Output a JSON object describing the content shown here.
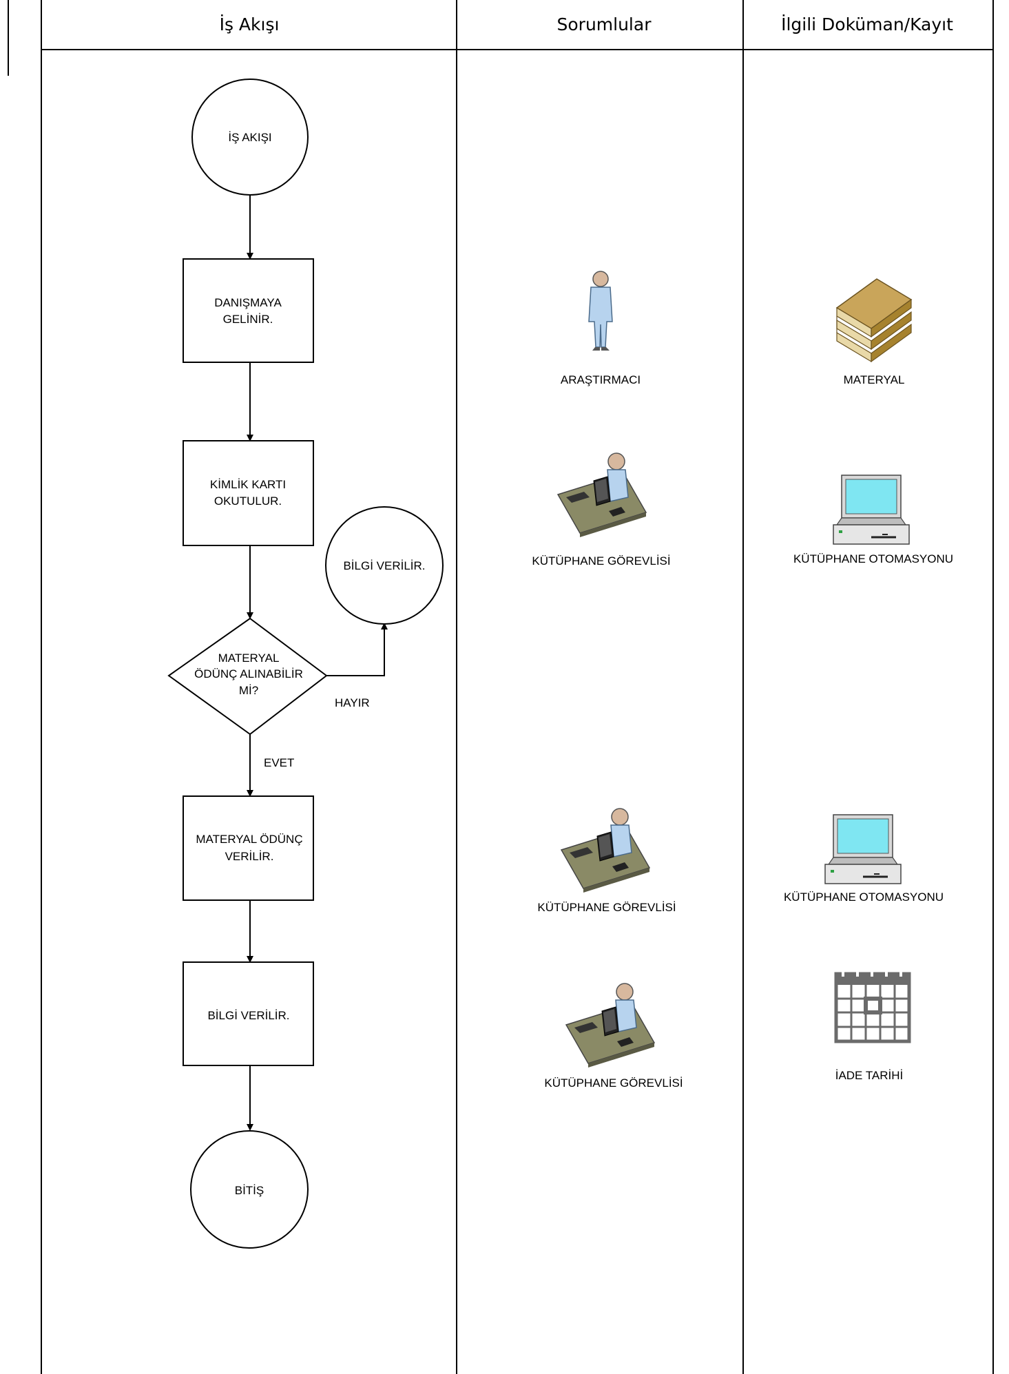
{
  "columns": {
    "workflow": "İş Akışı",
    "responsibles": "Sorumlular",
    "documents": "İlgili Doküman/Kayıt"
  },
  "nodes": {
    "start": "İŞ AKIŞI",
    "step1": [
      "DANIŞMAYA",
      "GELİNİR."
    ],
    "step2": [
      "KİMLİK KARTI",
      "OKUTULUR."
    ],
    "decision": [
      "MATERYAL",
      "ÖDÜNÇ ALINABİLİR",
      "Mİ?"
    ],
    "info_no": "BİLGİ VERİLİR.",
    "step3": [
      "MATERYAL ÖDÜNÇ",
      "VERİLİR."
    ],
    "step4": "BİLGİ VERİLİR.",
    "end": "BİTİŞ"
  },
  "edges": {
    "no": "HAYIR",
    "yes": "EVET"
  },
  "responsibles": [
    {
      "label": "ARAŞTIRMACI",
      "icon": "person-icon"
    },
    {
      "label": "KÜTÜPHANE GÖREVLİSİ",
      "icon": "desk-worker-icon"
    },
    {
      "label": "KÜTÜPHANE GÖREVLİSİ",
      "icon": "desk-worker-icon"
    },
    {
      "label": "KÜTÜPHANE GÖREVLİSİ",
      "icon": "desk-worker-icon"
    }
  ],
  "documents": [
    {
      "label": "MATERYAL",
      "icon": "books-icon"
    },
    {
      "label": "KÜTÜPHANE OTOMASYONU",
      "icon": "computer-icon"
    },
    {
      "label": "KÜTÜPHANE OTOMASYONU",
      "icon": "computer-icon"
    },
    {
      "label": "İADE TARİHİ",
      "icon": "calendar-icon"
    }
  ],
  "colors": {
    "screen": "#7fe6f2",
    "book_cover": "#e8d39a",
    "person": "#b7d3ee",
    "desk": "#8a8a66"
  }
}
